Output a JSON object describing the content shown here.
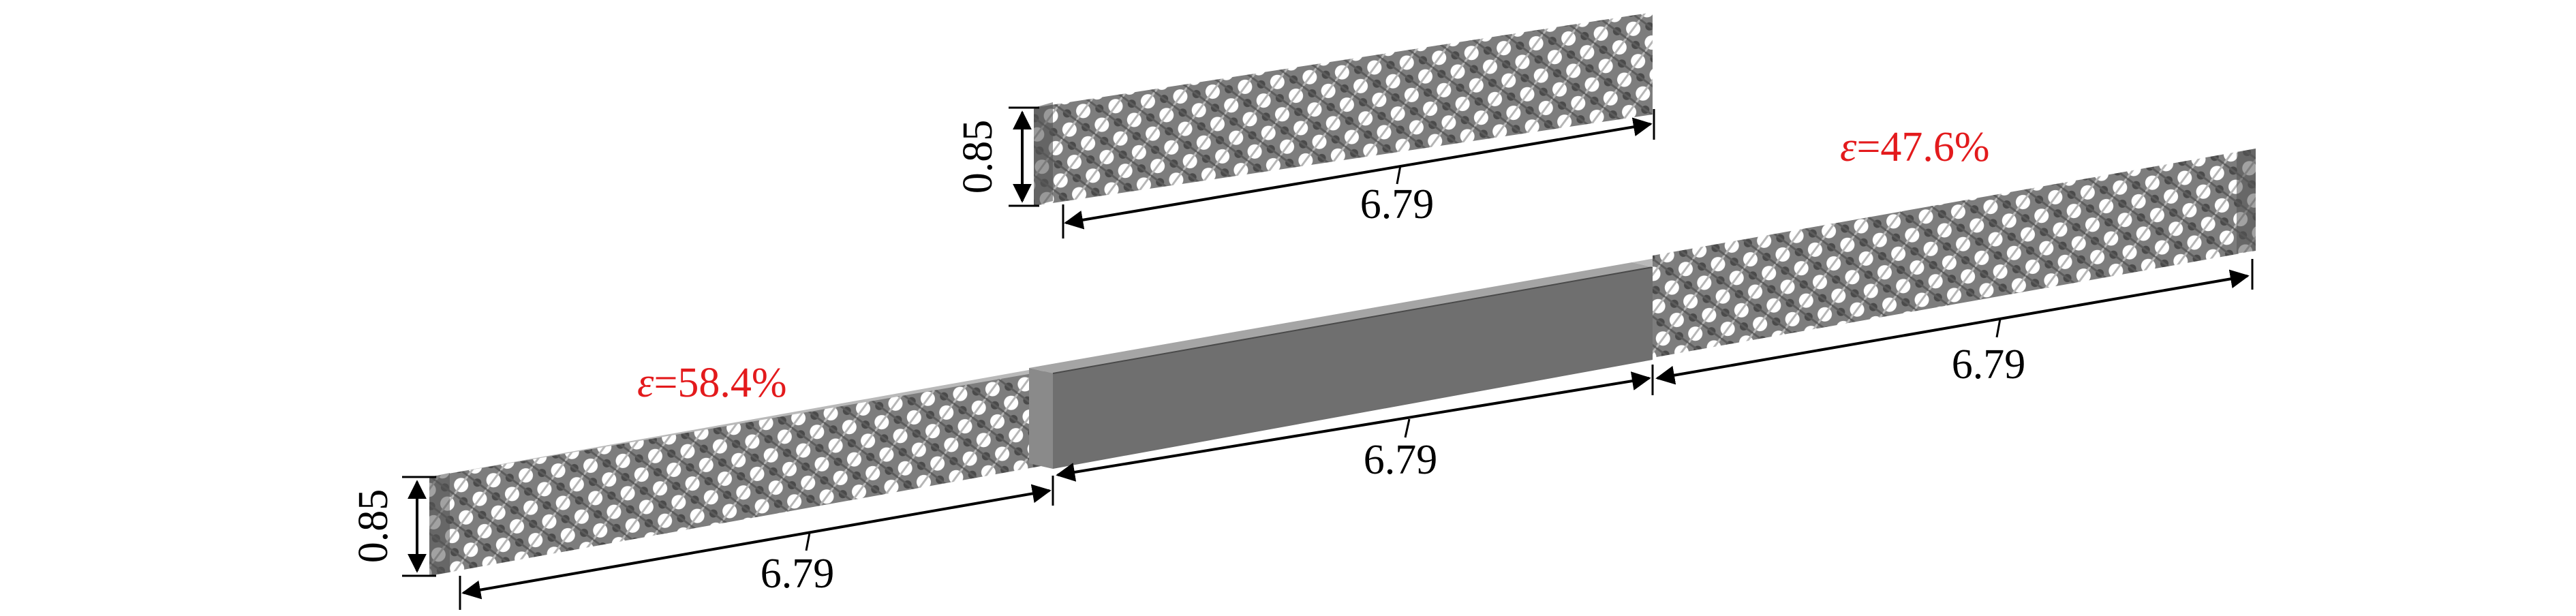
{
  "figure": {
    "colors": {
      "lattice_face": "#7d7d7d",
      "lattice_dark": "#555555",
      "lattice_light": "#b9b9b9",
      "solid_front": "#6f6f6f",
      "solid_top": "#a5a5a5",
      "solid_end": "#8a8a8a",
      "dimension": "#000000",
      "strain_text": "#e31a1c"
    },
    "top_specimen": {
      "height_label": "0.85",
      "length_label": "6.79"
    },
    "bottom_specimen": {
      "height_label": "0.85",
      "left_lattice_length": "6.79",
      "solid_section_length": "6.79",
      "right_lattice_length": "6.79",
      "left_strain": {
        "symbol": "ε",
        "value": "=58.4%"
      },
      "right_strain": {
        "symbol": "ε",
        "value": "=47.6%"
      }
    }
  }
}
